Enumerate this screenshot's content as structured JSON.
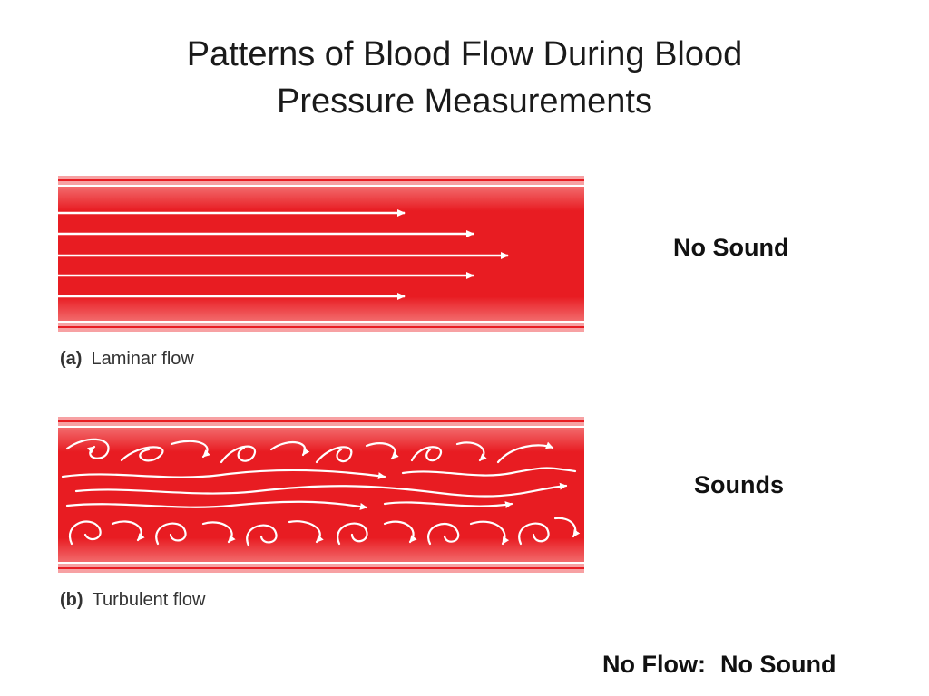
{
  "slide": {
    "title_line1": "Patterns of Blood Flow During Blood",
    "title_line2": "Pressure Measurements"
  },
  "panels": [
    {
      "letter": "(a)",
      "caption": "Laminar flow",
      "sound_label": "No Sound"
    },
    {
      "letter": "(b)",
      "caption": "Turbulent flow",
      "sound_label": "Sounds"
    }
  ],
  "footer": {
    "left": "No Flow:",
    "right": "No Sound"
  },
  "colors": {
    "vessel_core": "#e81c22",
    "vessel_wall": "#f7a1a3",
    "flow": "#ffffff"
  }
}
